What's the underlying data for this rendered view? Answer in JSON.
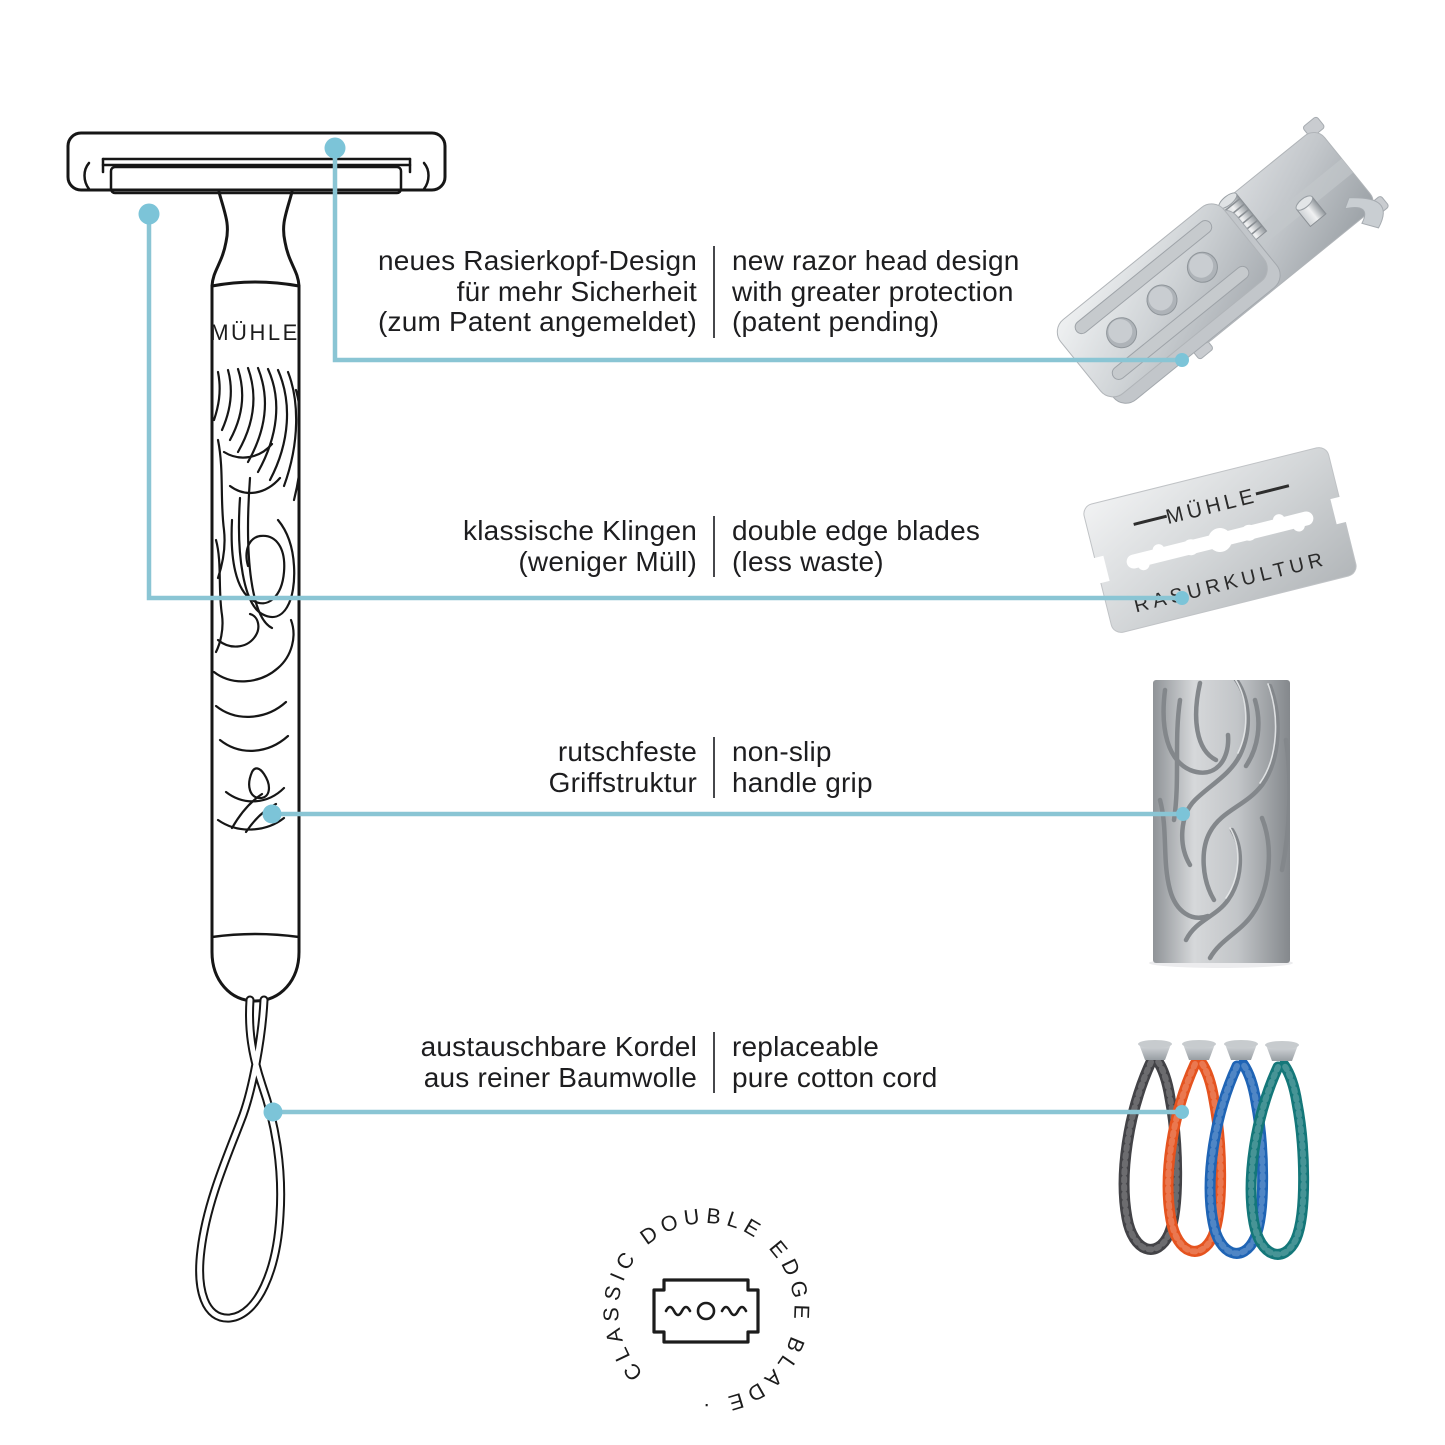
{
  "brand": "MÜHLE",
  "razor_drawing": {
    "brand_label": "MÜHLE"
  },
  "annotations": [
    {
      "id": "razor-head",
      "de": [
        "neues Rasierkopf-Design",
        "für mehr Sicherheit",
        "(zum Patent angemeldet)"
      ],
      "en": [
        "new razor head design",
        "with greater protection",
        "(patent pending)"
      ]
    },
    {
      "id": "blades",
      "de": [
        "klassische Klingen",
        "(weniger Müll)"
      ],
      "en": [
        "double edge blades",
        "(less waste)"
      ]
    },
    {
      "id": "grip",
      "de": [
        "rutschfeste",
        "Griffstruktur"
      ],
      "en": [
        "non-slip",
        "handle grip"
      ]
    },
    {
      "id": "cord",
      "de": [
        "austauschbare Kordel",
        "aus reiner Baumwolle"
      ],
      "en": [
        "replaceable",
        "pure cotton cord"
      ]
    }
  ],
  "blade_photo": {
    "brand_line": "MÜHLE",
    "subtitle": "RASURKULTUR"
  },
  "stamp": {
    "text": "CLASSIC  DOUBLE  EDGE  BLADE  ·"
  },
  "colors": {
    "accent_dot": "#7cc4d8",
    "accent_line": "#8ac5d4",
    "cord_black": "#434347",
    "cord_orange": "#e5531f",
    "cord_blue": "#1f64b5",
    "cord_teal": "#147779"
  }
}
